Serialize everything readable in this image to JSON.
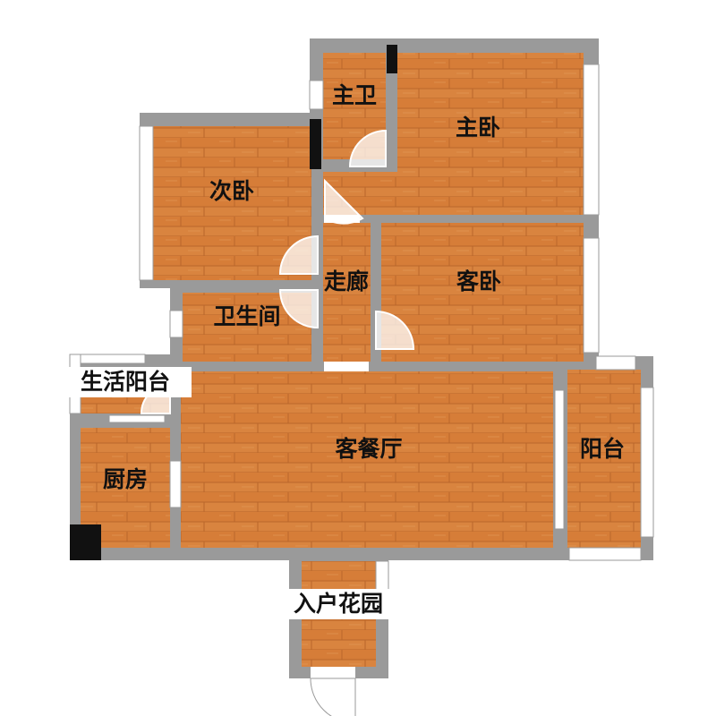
{
  "plan": {
    "colors": {
      "wall": "#9a9a9a",
      "floor": "#d9843f",
      "floor_grain": "#c06a2a",
      "window": "#ffffff",
      "pillar": "#111111"
    },
    "rooms": {
      "master_bath": "主卫",
      "master_bedroom": "主卧",
      "second_bedroom": "次卧",
      "corridor": "走廊",
      "guest_bedroom": "客卧",
      "bathroom": "卫生间",
      "utility_balcony": "生活阳台",
      "living_dining": "客餐厅",
      "balcony": "阳台",
      "kitchen": "厨房",
      "entry_garden": "入户花园"
    }
  }
}
